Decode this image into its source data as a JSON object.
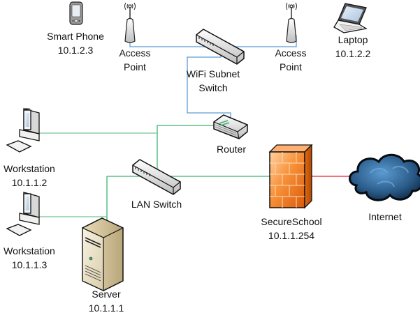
{
  "diagram": {
    "title": "School network diagram",
    "colors": {
      "wifi_link": "#5b9bd5",
      "lan_link": "#3cb371",
      "internet_link": "#e8202a",
      "firewall": "#f47a20",
      "cloud": "#2e5f8a"
    },
    "nodes": [
      {
        "id": "smartphone",
        "icon": "smartphone-icon",
        "name": "Smart Phone",
        "ip": "10.1.2.3"
      },
      {
        "id": "ap_left",
        "icon": "access-point-icon",
        "name": "Access",
        "name2": "Point"
      },
      {
        "id": "wifi_switch",
        "icon": "switch-icon",
        "name": "WiFi Subnet",
        "name2": "Switch"
      },
      {
        "id": "ap_right",
        "icon": "access-point-icon",
        "name": "Access",
        "name2": "Point"
      },
      {
        "id": "laptop",
        "icon": "laptop-icon",
        "name": "Laptop",
        "ip": "10.1.2.2"
      },
      {
        "id": "router",
        "icon": "router-icon",
        "name": "Router"
      },
      {
        "id": "workstation1",
        "icon": "workstation-icon",
        "name": "Workstation",
        "ip": "10.1.1.2"
      },
      {
        "id": "lan_switch",
        "icon": "switch-icon",
        "name": "LAN Switch"
      },
      {
        "id": "workstation2",
        "icon": "workstation-icon",
        "name": "Workstation",
        "ip": "10.1.1.3"
      },
      {
        "id": "server",
        "icon": "server-icon",
        "name": "Server",
        "ip": "10.1.1.1"
      },
      {
        "id": "firewall",
        "icon": "firewall-icon",
        "name": "SecureSchool",
        "ip": "10.1.1.254"
      },
      {
        "id": "internet",
        "icon": "cloud-icon",
        "name": "Internet"
      }
    ],
    "links": [
      {
        "from": "ap_left",
        "to": "wifi_switch",
        "type": "wifi"
      },
      {
        "from": "wifi_switch",
        "to": "ap_right",
        "type": "wifi"
      },
      {
        "from": "wifi_switch",
        "to": "router",
        "type": "wifi"
      },
      {
        "from": "router",
        "to": "lan_switch",
        "type": "lan"
      },
      {
        "from": "workstation1",
        "to": "lan_switch",
        "type": "lan"
      },
      {
        "from": "lan_switch",
        "to": "firewall",
        "type": "lan"
      },
      {
        "from": "server",
        "to": "lan_switch",
        "type": "lan"
      },
      {
        "from": "workstation2",
        "to": "server",
        "type": "lan"
      },
      {
        "from": "firewall",
        "to": "internet",
        "type": "internet"
      }
    ]
  }
}
